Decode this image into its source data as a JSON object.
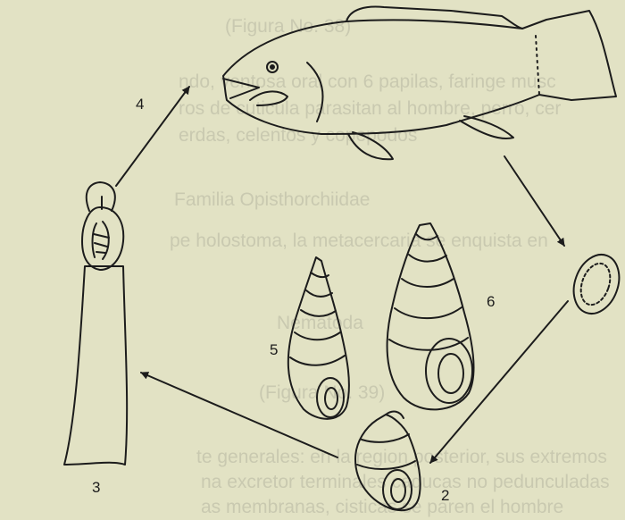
{
  "labels": {
    "adult_worm": "3",
    "arrow_to_fish": "4",
    "snail_first_host": "2",
    "snail_left": "5",
    "snail_right": "6"
  },
  "background_text": [
    "(Figura No. 38)",
    "ndo, ventosa oral con 6 papilas, faringe musc",
    "ros de cuticula parasitan al hombre, perro, cer",
    "erdas, celentos y copepodos",
    "Familia Opisthorchiidae",
    "pe holostoma, la metacercaria se enquista en",
    "Nematoda",
    "(Figura No. 39)",
    "te generales: en la region posterior, sus extremos",
    "na excretor terminales caducas no pedunculadas",
    "as membranas, cisticas se paren el hombre"
  ],
  "colors": {
    "paper": "#e2e2c4",
    "ink": "#1c1c1c",
    "faint_text": "#c9c9b0"
  }
}
